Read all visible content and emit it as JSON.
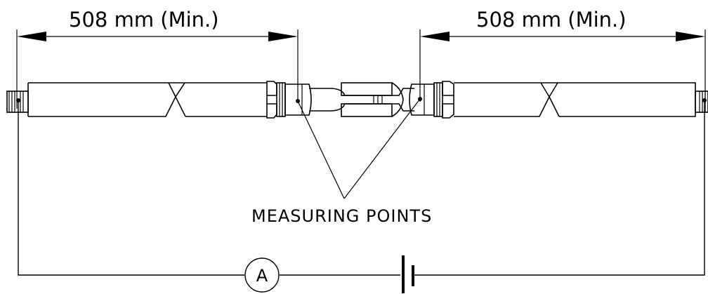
{
  "dimensions": {
    "left_label": "508 mm (Min.)",
    "right_label": "508 mm (Min.)"
  },
  "callout": {
    "label": "MEASURING POINTS"
  },
  "meter": {
    "symbol": "A"
  }
}
